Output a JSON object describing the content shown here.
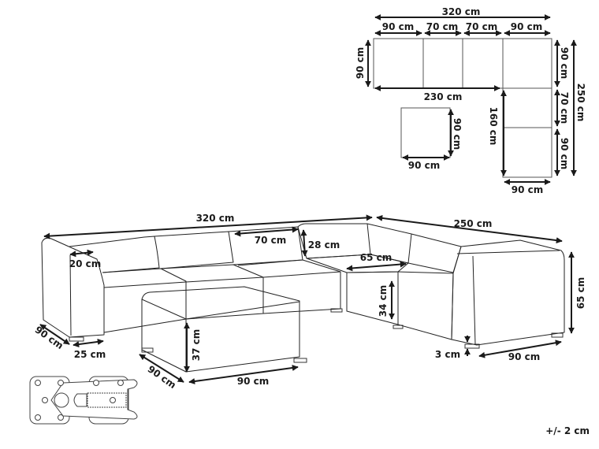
{
  "plan_view": {
    "total_width": "320 cm",
    "segments": [
      "90 cm",
      "70 cm",
      "70 cm",
      "90 cm"
    ],
    "left_depth": "90 cm",
    "inner_width": "230 cm",
    "ottoman_depth": "90 cm",
    "ottoman_width": "90 cm",
    "inner_length": "160 cm",
    "right_segments": [
      "90 cm",
      "70 cm",
      "90 cm"
    ],
    "total_length": "250 cm",
    "corner_width": "90 cm"
  },
  "perspective_view": {
    "total_width": "320 cm",
    "total_length": "250 cm",
    "module_width": "70 cm",
    "backrest_height": "28 cm",
    "armrest_width": "20 cm",
    "seat_depth": "65 cm",
    "seat_height": "34 cm",
    "total_height": "65 cm",
    "ottoman_height": "37 cm",
    "side_depth": "90 cm",
    "leg_offset": "25 cm",
    "ottoman_depth": "90 cm",
    "ottoman_width": "90 cm",
    "leg_height": "3 cm",
    "corner_depth": "90 cm"
  },
  "tolerance": "+/- 2 cm"
}
